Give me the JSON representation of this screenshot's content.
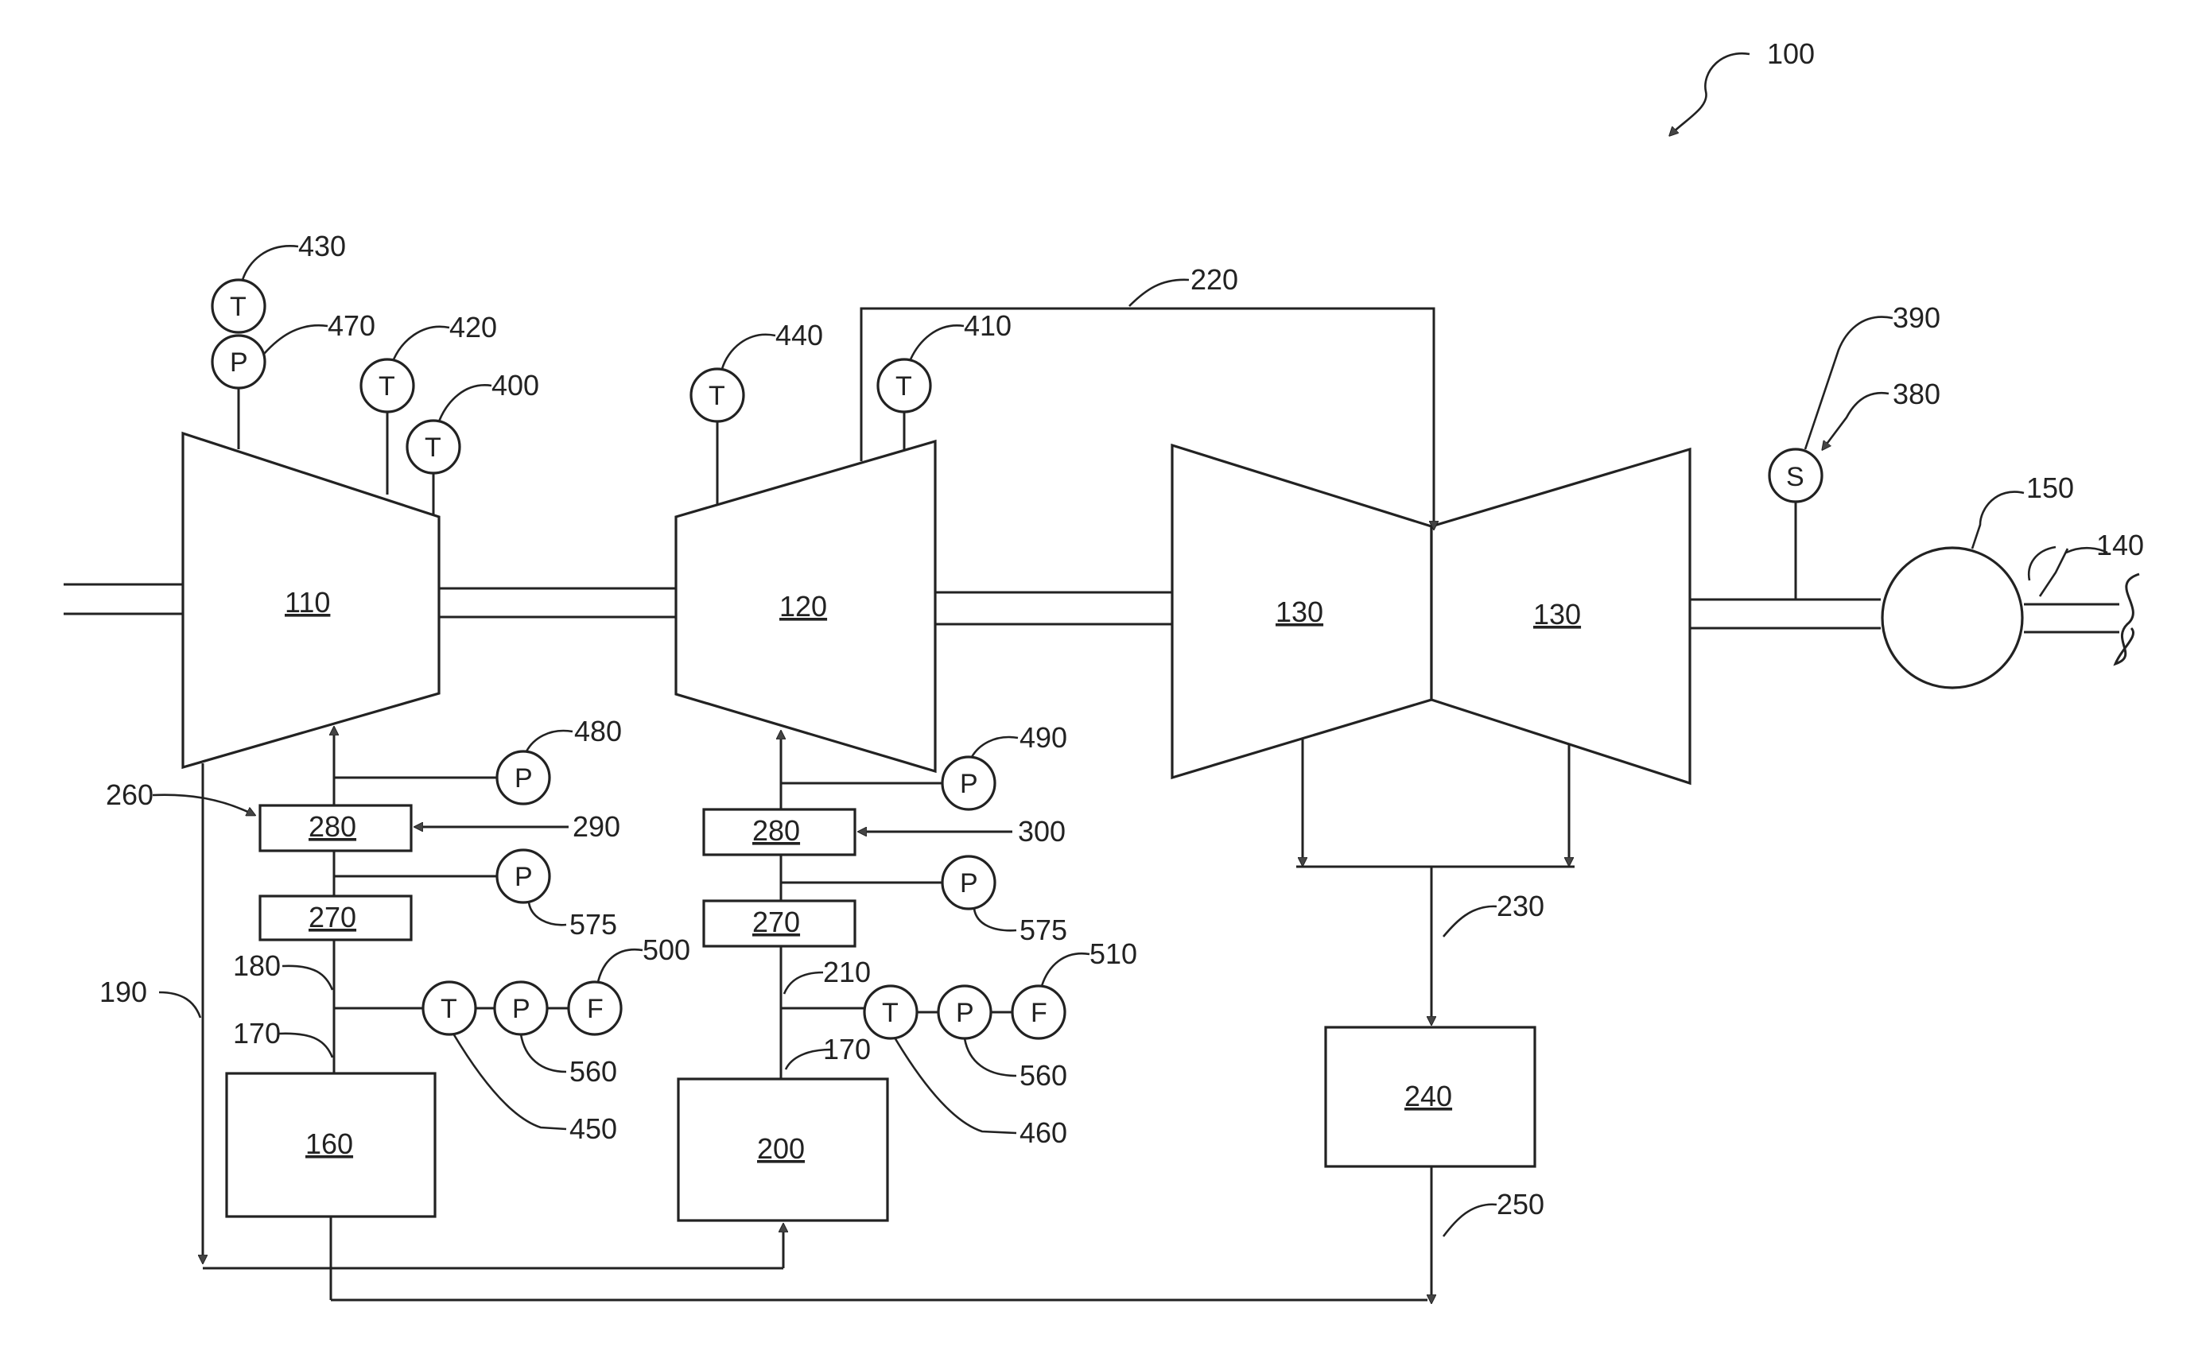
{
  "figure": {
    "reference": "100"
  },
  "components": {
    "lp_compressor": "110",
    "hp_compressor": "120",
    "turbine_a": "130",
    "turbine_b": "130",
    "generator": "150",
    "shaft_end": "140",
    "source_1": "160",
    "source_2": "200",
    "exhaust_unit": "240",
    "cooler_1": "270",
    "cooler_2": "270",
    "injector_1": "280",
    "injector_2": "280"
  },
  "flow_labels": {
    "line_170a": "170",
    "line_170b": "170",
    "line_180": "180",
    "line_190": "190",
    "line_210": "210",
    "line_220": "220",
    "line_230": "230",
    "line_250": "250",
    "ref_260": "260",
    "ref_290": "290",
    "ref_300": "300",
    "ref_380": "380",
    "ref_390": "390"
  },
  "sensors": {
    "s430": {
      "letter": "T",
      "ref": "430"
    },
    "s470": {
      "letter": "P",
      "ref": "470"
    },
    "s420": {
      "letter": "T",
      "ref": "420"
    },
    "s400": {
      "letter": "T",
      "ref": "400"
    },
    "s440": {
      "letter": "T",
      "ref": "440"
    },
    "s410": {
      "letter": "T",
      "ref": "410"
    },
    "s390": {
      "letter": "S",
      "ref": "390"
    },
    "s480": {
      "letter": "P",
      "ref": "480"
    },
    "s575a": {
      "letter": "P",
      "ref": "575"
    },
    "s490": {
      "letter": "P",
      "ref": "490"
    },
    "s575b": {
      "letter": "P",
      "ref": "575"
    },
    "s450": {
      "letter": "T",
      "ref": "450"
    },
    "s560a": {
      "letter": "P",
      "ref": "560"
    },
    "s500": {
      "letter": "F",
      "ref": "500"
    },
    "s460": {
      "letter": "T",
      "ref": "460"
    },
    "s560b": {
      "letter": "P",
      "ref": "560"
    },
    "s510": {
      "letter": "F",
      "ref": "510"
    }
  }
}
